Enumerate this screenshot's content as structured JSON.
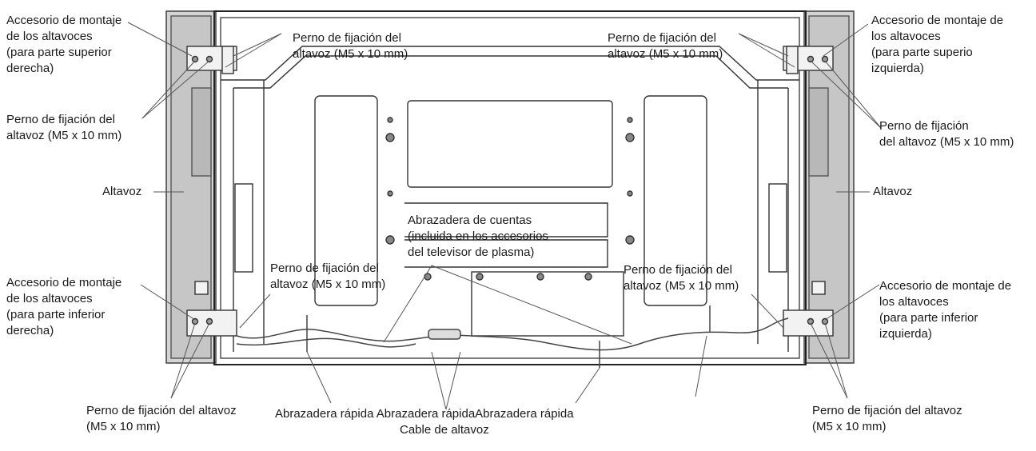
{
  "labels": {
    "top_left_bracket": [
      "Accesorio de montaje",
      "de los altavoces",
      "(para parte superior",
      "derecha)"
    ],
    "top_left_bolt_a": [
      "Perno de fijación del",
      "altavoz (M5 x 10 mm)"
    ],
    "top_right_bolt_a": [
      "Perno de fijación del",
      "altavoz (M5 x 10 mm)"
    ],
    "top_right_bracket": [
      "Accesorio de montaje de",
      "los altavoces",
      "(para parte superio",
      "izquierda)"
    ],
    "left_bolt_b": [
      "Perno de fijación del",
      "altavoz (M5 x 10 mm)"
    ],
    "right_bolt_b": [
      "Perno de fijación",
      "del altavoz (M5 x 10 mm)"
    ],
    "left_speaker": [
      "Altavoz"
    ],
    "right_speaker": [
      "Altavoz"
    ],
    "bead_clamp": [
      "Abrazadera de cuentas",
      "(incluida en los accesorios",
      "del televisor de plasma)"
    ],
    "center_left_bolt": [
      "Perno de fijación del",
      "altavoz (M5 x 10 mm)"
    ],
    "center_right_bolt": [
      "Perno de fijación del",
      "altavoz (M5 x 10 mm)"
    ],
    "bottom_left_bracket": [
      "Accesorio de montaje",
      "de los altavoces",
      "(para parte inferior",
      "derecha)"
    ],
    "bottom_right_bracket": [
      "Accesorio de montaje de",
      "los altavoces",
      "(para parte inferior",
      "izquierda)"
    ],
    "bottom_left_bolt": [
      "Perno de fijación del altavoz",
      "(M5 x 10 mm)"
    ],
    "bottom_right_bolt": [
      "Perno de fijación del altavoz",
      "(M5 x 10 mm)"
    ],
    "quick_clamps": [
      "Abrazadera rápida Abrazadera rápidaAbrazadera rápida"
    ],
    "speaker_cable": [
      "Cable de altavoz"
    ]
  }
}
